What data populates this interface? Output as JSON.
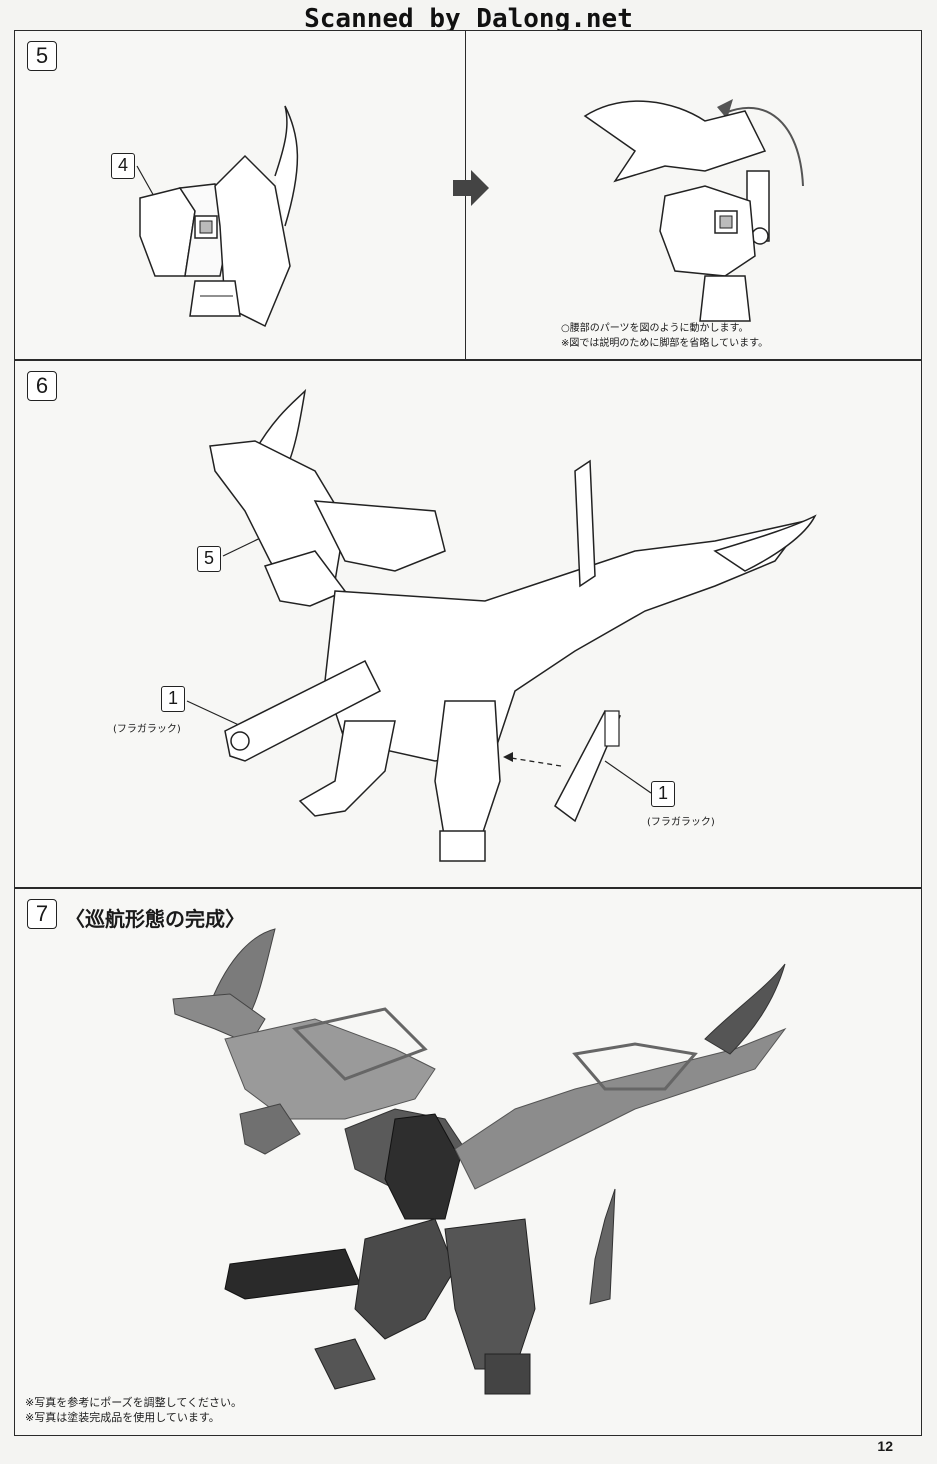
{
  "watermark": "Scanned by Dalong.net",
  "steps": {
    "s5": {
      "number": "5",
      "part_callout": "4",
      "note_line1": "○腰部のパーツを図のように動かします。",
      "note_line2": "※図では説明のために脚部を省略しています。"
    },
    "s6": {
      "number": "6",
      "callout_head": "5",
      "callout_left": "1",
      "callout_left_label": "(フラガラック)",
      "callout_right": "1",
      "callout_right_label": "(フラガラック)"
    },
    "s7": {
      "number": "7",
      "title": "〈巡航形態の完成〉",
      "note_line1": "※写真を参考にポーズを調整してください。",
      "note_line2": "※写真は塗装完成品を使用しています。"
    }
  },
  "page_number": "12",
  "icons": {
    "arrow": "right-arrow-icon",
    "rotate": "rotate-arrow-icon"
  }
}
